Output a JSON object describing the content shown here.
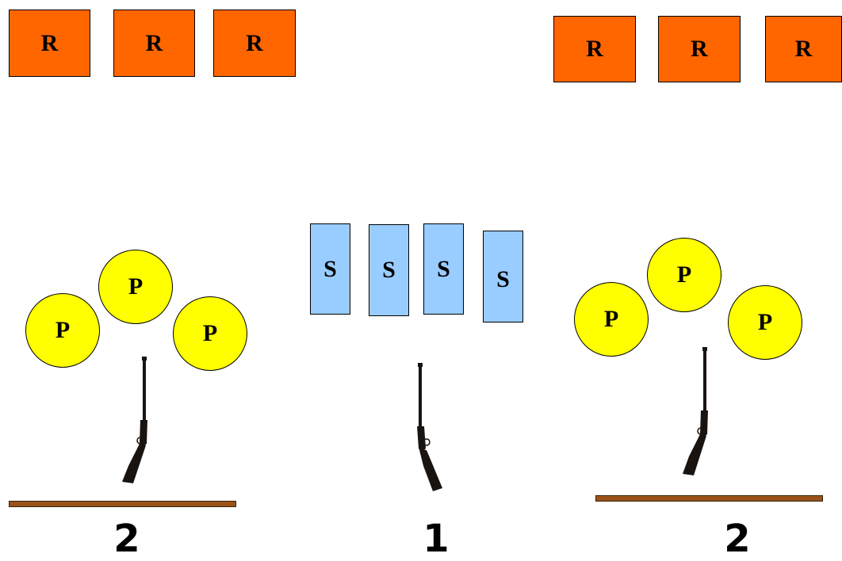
{
  "colors": {
    "rifle": "#ff6600",
    "pistol": "#ffff00",
    "shotgun": "#99ccff",
    "table": "#99521a",
    "rifle_silhouette": "#1a1410"
  },
  "rifle_targets_left": [
    "R",
    "R",
    "R"
  ],
  "rifle_targets_right": [
    "R",
    "R",
    "R"
  ],
  "pistol_targets_left": [
    "P",
    "P",
    "P"
  ],
  "pistol_targets_right": [
    "P",
    "P",
    "P"
  ],
  "shotgun_targets": [
    "S",
    "S",
    "S",
    "S"
  ],
  "positions": {
    "left": {
      "number": "2",
      "icon": "rifle-icon"
    },
    "center": {
      "number": "1",
      "icon": "rifle-icon"
    },
    "right": {
      "number": "2",
      "icon": "rifle-icon"
    }
  }
}
